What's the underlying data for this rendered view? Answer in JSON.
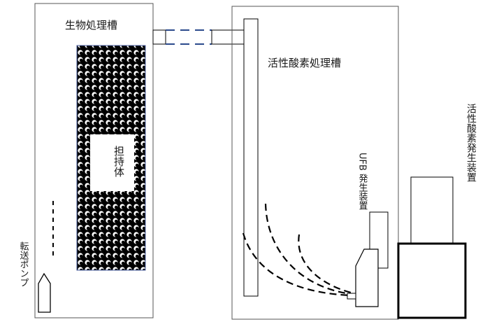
{
  "labels": {
    "bio_tank": "生物処理槽",
    "carrier": "担持体",
    "active_oxygen_tank": "活性酸素処理槽",
    "transfer_pump": "転送ポンプ",
    "ufb_generator": "UFB 発生装置",
    "active_oxygen_generator": "活性酸素発生装置"
  }
}
